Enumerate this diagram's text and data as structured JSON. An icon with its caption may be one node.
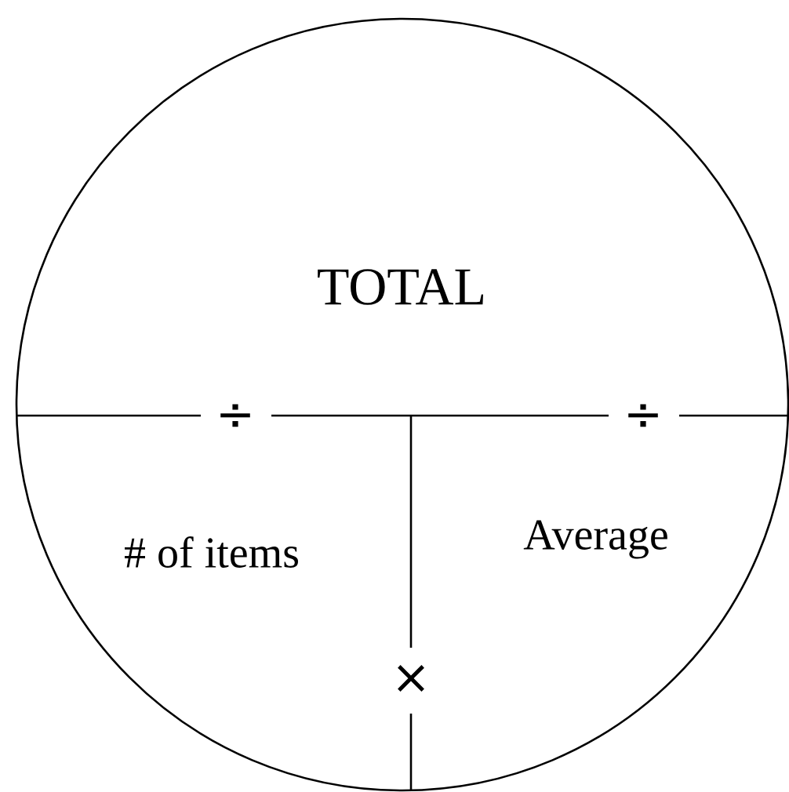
{
  "diagram": {
    "labels": [
      "TOTAL",
      "÷",
      "÷",
      "# of items",
      "Average",
      "×"
    ]
  }
}
